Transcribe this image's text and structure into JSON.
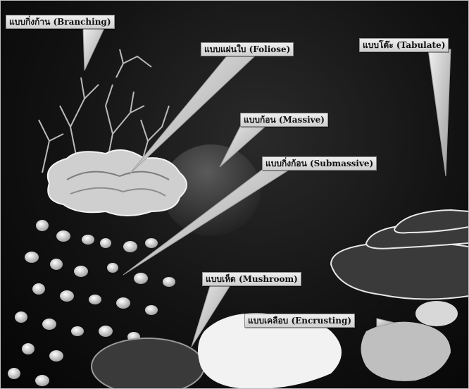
{
  "labels": {
    "branching": "แบบกิ่งก้าน (Branching)",
    "foliose": "แบบแผ่นใบ (Foliose)",
    "tabulate": "แบบโต๊ะ (Tabulate)",
    "massive": "แบบก้อน (Massive)",
    "submassive": "แบบกิ่งก้อน (Submassive)",
    "mushroom": "แบบเห็ด (Mushroom)",
    "encrusting": "แบบเคลือบ (Encrusting)"
  },
  "colors": {
    "background": "#121212",
    "callout": "#dcdcdc",
    "coral_light": "#e6e6e6"
  }
}
